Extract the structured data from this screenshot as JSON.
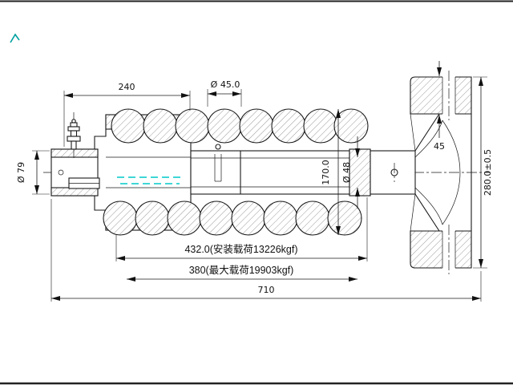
{
  "drawing": {
    "type": "technical-section-drawing",
    "subject": "recoil spring / track tension cylinder assembly",
    "dims": {
      "d240": "240",
      "d45_dia": "Ø 45.0",
      "d45": "45",
      "d79": "Ø 79",
      "d170": "170.0",
      "d48": "Ø 48",
      "d280": "280.0±0.5",
      "d432": "432.0(安装载荷13226kgf)",
      "d380": "380(最大载荷19903kgf)",
      "d710": "710"
    },
    "colors": {
      "line": "#1a1a1a",
      "accent_dash": "#00c8c8",
      "corner_mark": "#00a0a0",
      "background": "#ffffff"
    }
  }
}
